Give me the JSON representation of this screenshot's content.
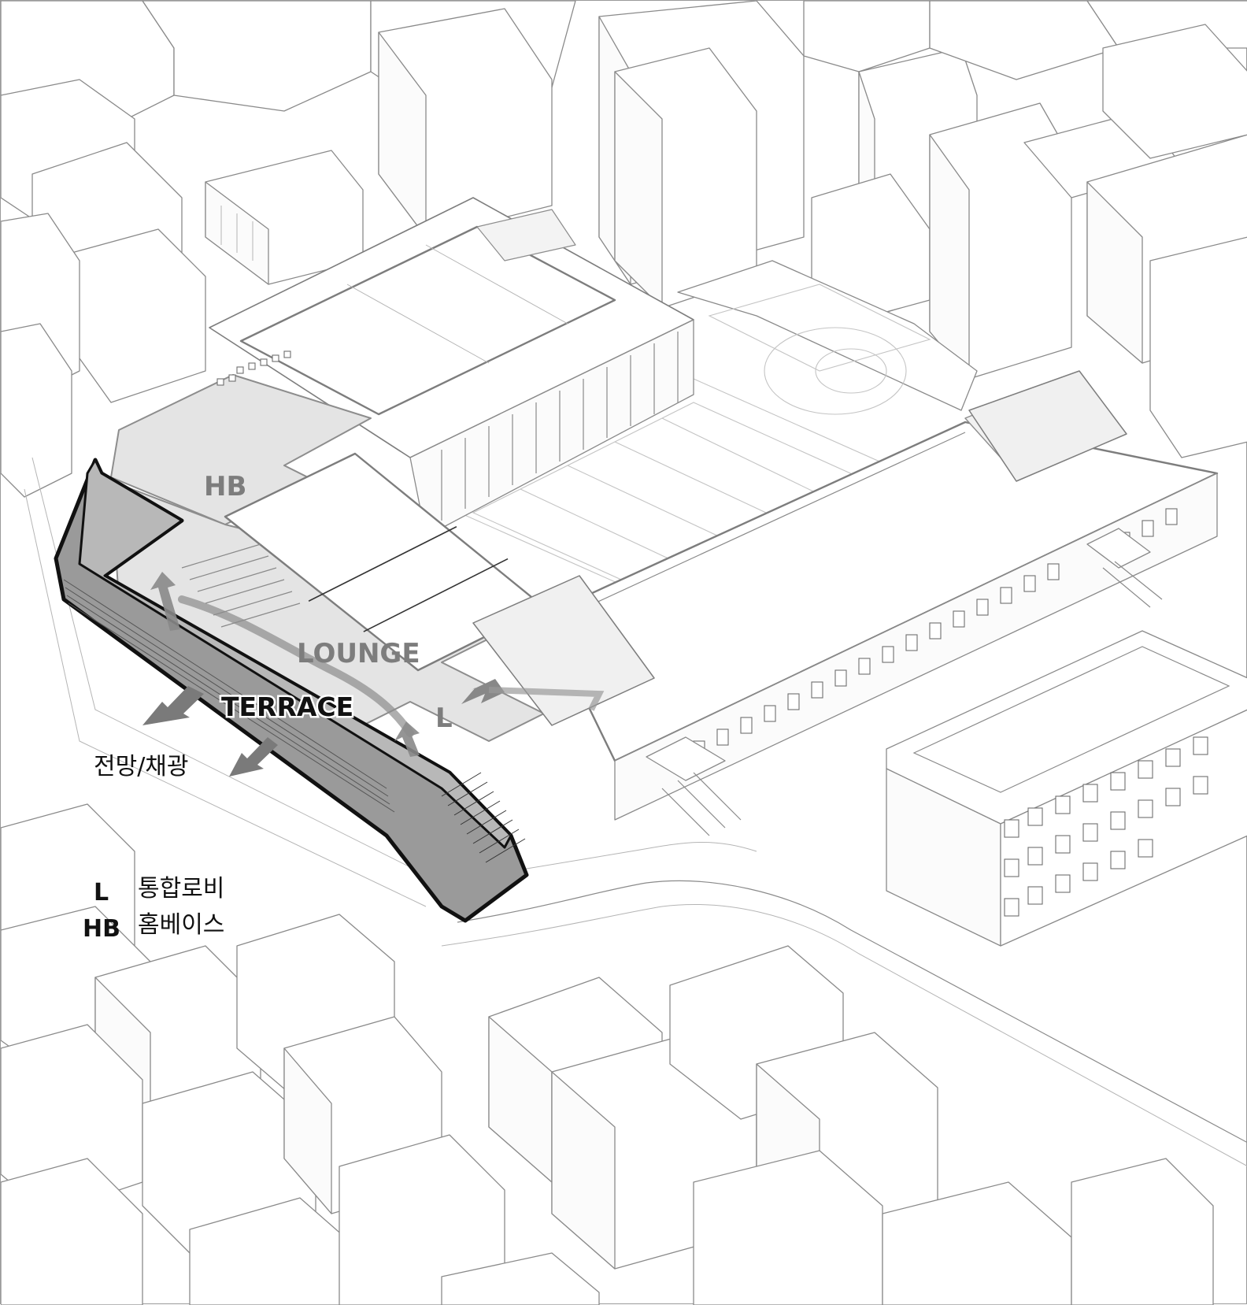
{
  "labels": {
    "homebase": "HB",
    "lounge": "LOUNGE",
    "terrace": "TERRACE",
    "lobby": "L",
    "view_light": "전망/채광"
  },
  "legend": {
    "items": [
      {
        "key": "L",
        "text": "통합로비"
      },
      {
        "key": "HB",
        "text": "홈베이스"
      }
    ]
  },
  "colors": {
    "floor_fill": "#e4e4e4",
    "terrace_fill": "#a9a9a9",
    "terrace_outline": "#111111",
    "arrow_fill": "#7a7a7a",
    "linework": "#8a8a8a"
  },
  "icons": {
    "view_arrows": "arrow-left-down-icon",
    "circulation_arrows": "arrow-up-icon"
  }
}
